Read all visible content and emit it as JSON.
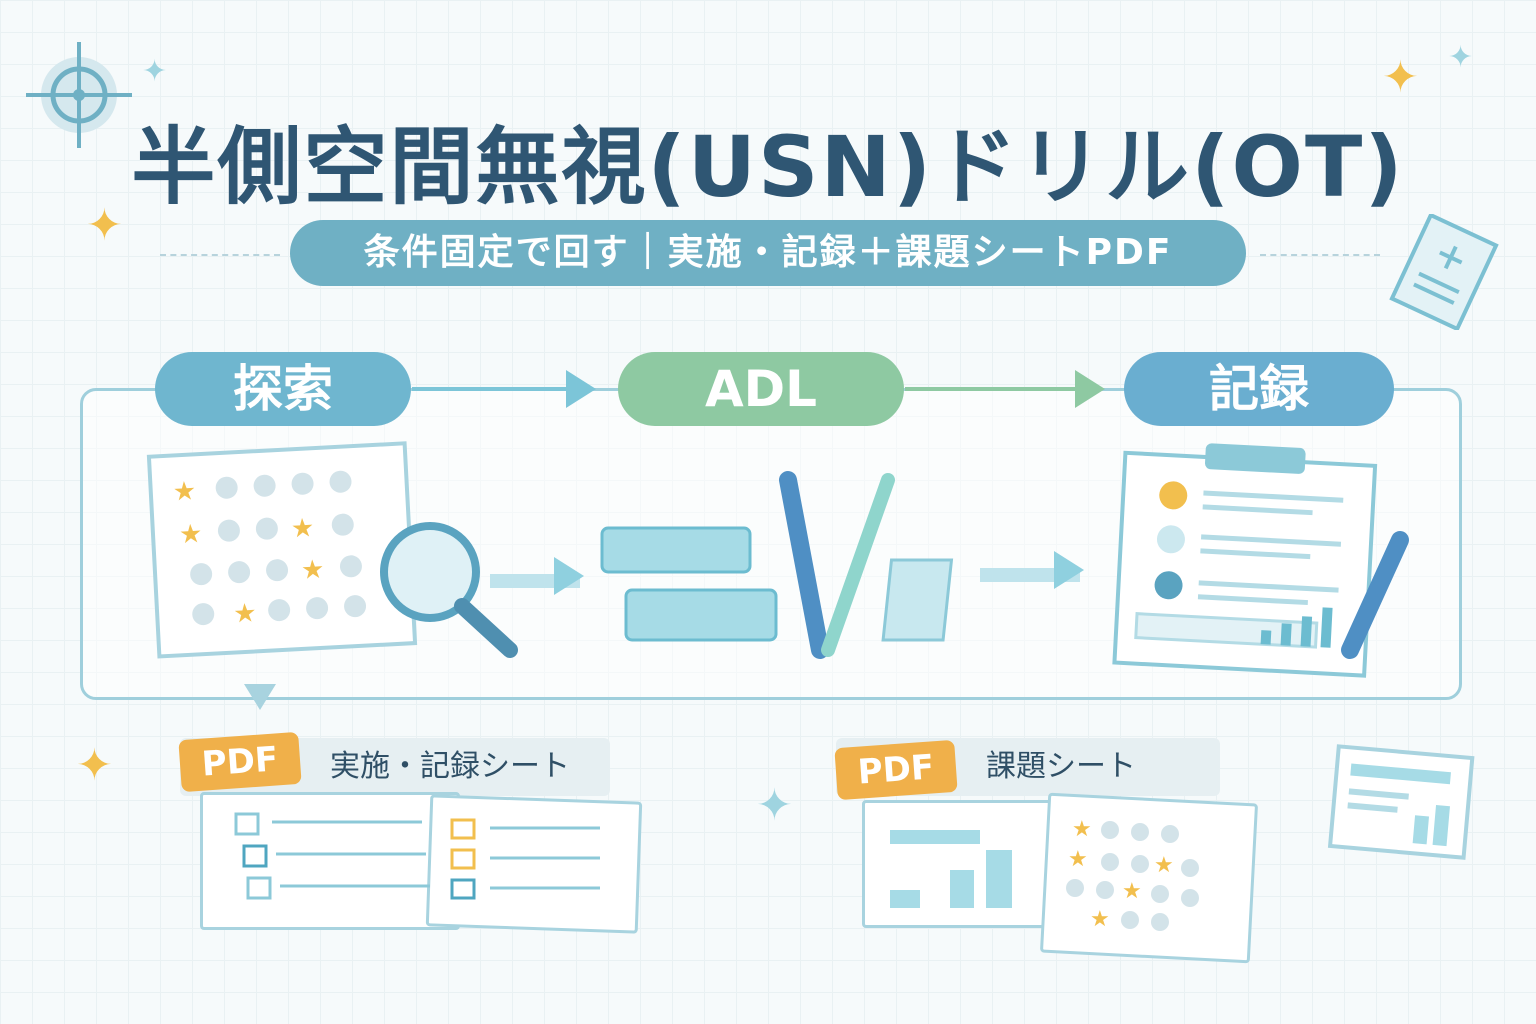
{
  "title": "半側空間無視(USN)ドリル(OT)",
  "subtitle": "条件固定で回す｜実施・記録＋課題シートPDF",
  "steps": [
    {
      "label": "探索",
      "color": "#6fb6cf"
    },
    {
      "label": "ADL",
      "color": "#8ec9a2"
    },
    {
      "label": "記録",
      "color": "#6aaed0"
    }
  ],
  "pdfs": [
    {
      "badge": "PDF",
      "label": "実施・記録シート"
    },
    {
      "badge": "PDF",
      "label": "課題シート"
    }
  ],
  "colors": {
    "title": "#2f5673",
    "accent": "#6fb0c4",
    "badge": "#f0b04a"
  }
}
